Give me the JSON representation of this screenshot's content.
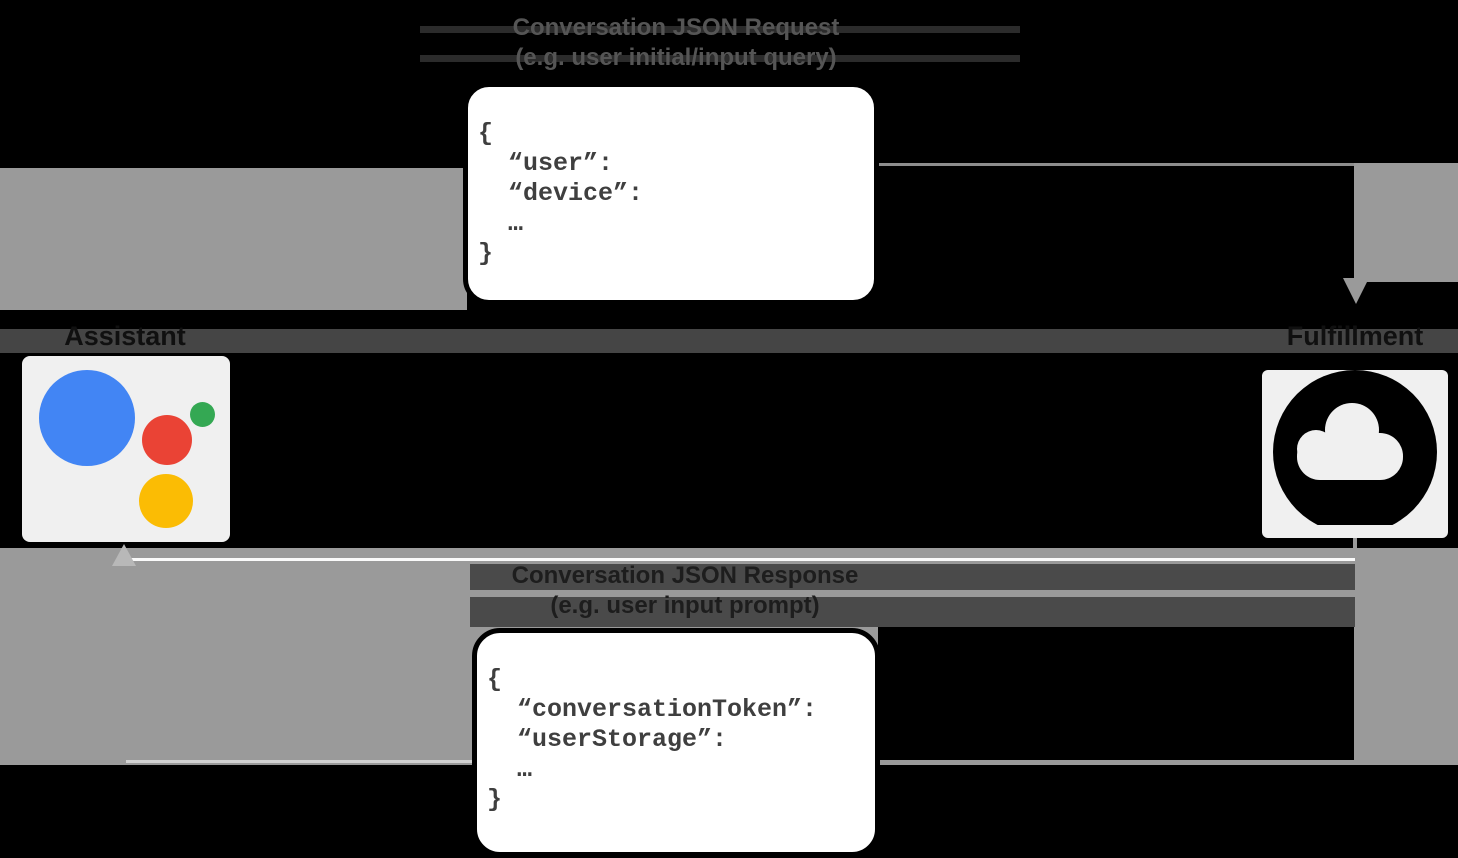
{
  "diagram": {
    "request": {
      "title": "Conversation JSON Request",
      "subtitle": "(e.g. user initial/input query)",
      "code_lines": [
        "{",
        "  “user”:",
        "  “device”:",
        "  …",
        "}"
      ]
    },
    "response": {
      "title": "Conversation JSON Response",
      "subtitle": "(e.g. user input prompt)",
      "code_lines": [
        "{",
        "  “conversationToken”:",
        "  “userStorage”:",
        "  …",
        "}"
      ]
    },
    "nodes": {
      "assistant": {
        "label": "Assistant"
      },
      "fulfillment": {
        "label": "Fulfillment"
      }
    },
    "colors": {
      "background": "#000000",
      "band_gray": "#9a9a9a",
      "label_band": "#454545",
      "code_text": "#3f3f3f",
      "assistant_blue": "#4285f4",
      "assistant_red": "#ea4335",
      "assistant_yellow": "#fbbc04",
      "assistant_green": "#34a853",
      "cloud_icon": "#000000"
    }
  }
}
